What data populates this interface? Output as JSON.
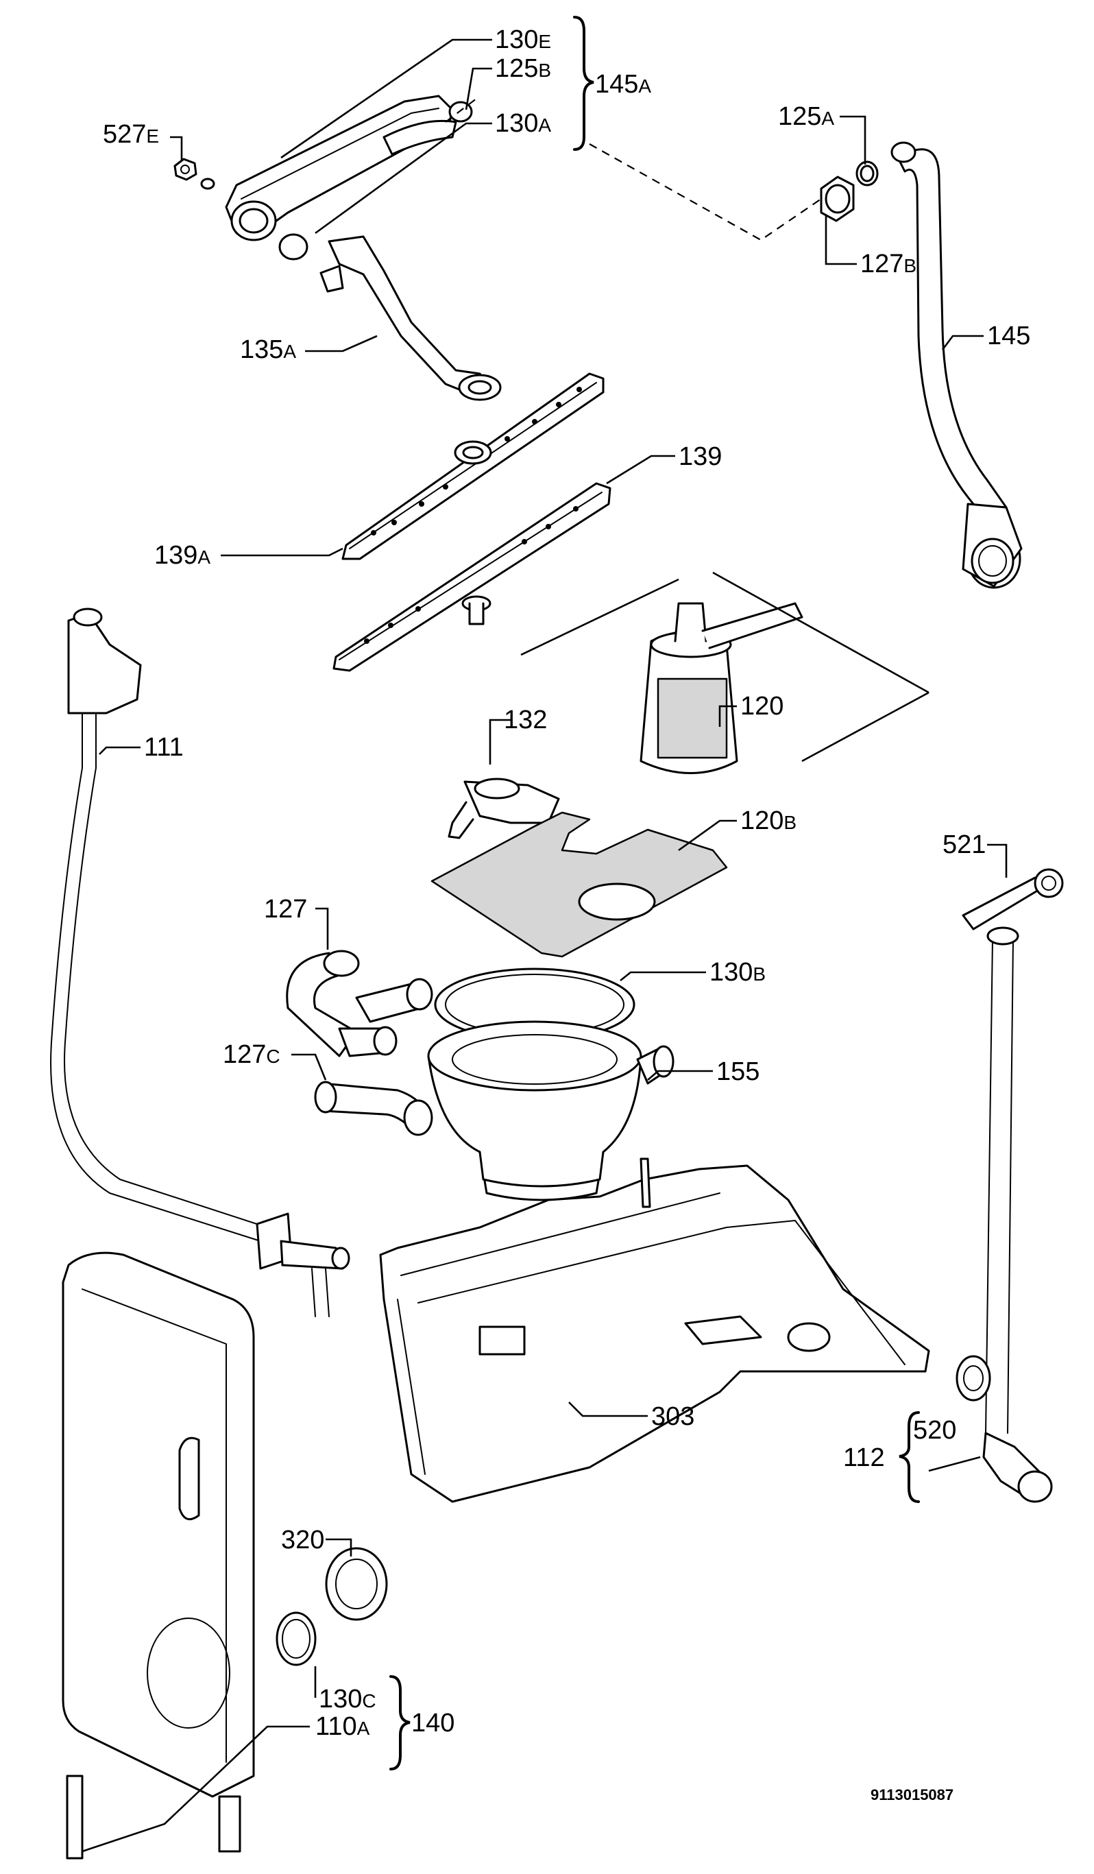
{
  "drawing_code": "9113015087",
  "labels": {
    "l130E": {
      "num": "130",
      "sfx": "E"
    },
    "l125B": {
      "num": "125",
      "sfx": "B"
    },
    "l130A": {
      "num": "130",
      "sfx": "A"
    },
    "l145A": {
      "num": "145",
      "sfx": "A"
    },
    "l527E": {
      "num": "527",
      "sfx": "E"
    },
    "l125A": {
      "num": "125",
      "sfx": "A"
    },
    "l127B": {
      "num": "127",
      "sfx": "B"
    },
    "l145": {
      "num": "145",
      "sfx": ""
    },
    "l135A": {
      "num": "135",
      "sfx": "A"
    },
    "l139": {
      "num": "139",
      "sfx": ""
    },
    "l139A": {
      "num": "139",
      "sfx": "A"
    },
    "l111": {
      "num": "111",
      "sfx": ""
    },
    "l132": {
      "num": "132",
      "sfx": ""
    },
    "l120": {
      "num": "120",
      "sfx": ""
    },
    "l120B": {
      "num": "120",
      "sfx": "B"
    },
    "l521": {
      "num": "521",
      "sfx": ""
    },
    "l127": {
      "num": "127",
      "sfx": ""
    },
    "l130B": {
      "num": "130",
      "sfx": "B"
    },
    "l127C": {
      "num": "127",
      "sfx": "C"
    },
    "l155": {
      "num": "155",
      "sfx": ""
    },
    "l303": {
      "num": "303",
      "sfx": ""
    },
    "l112": {
      "num": "112",
      "sfx": ""
    },
    "l520": {
      "num": "520",
      "sfx": ""
    },
    "l320": {
      "num": "320",
      "sfx": ""
    },
    "l130C": {
      "num": "130",
      "sfx": "C"
    },
    "l110A": {
      "num": "110",
      "sfx": "A"
    },
    "l140": {
      "num": "140",
      "sfx": ""
    }
  }
}
